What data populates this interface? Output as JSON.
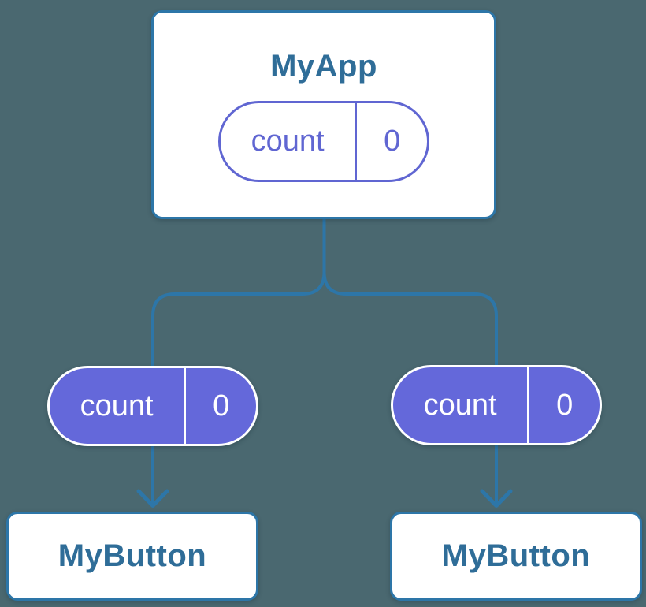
{
  "diagram": {
    "description": "Component tree diagram: parent component holding state passes it down to two child components",
    "background_color": "#4a6870",
    "line_color": "#2d76a8",
    "node_text_color": "#2f6d98",
    "state_pill_color": "#6066d2",
    "prop_pill_fill_color": "#6468da",
    "parent": {
      "name": "MyApp",
      "state_pill": {
        "label": "count",
        "value": "0"
      }
    },
    "children": [
      {
        "name": "MyButton",
        "prop_pill": {
          "label": "count",
          "value": "0"
        }
      },
      {
        "name": "MyButton",
        "prop_pill": {
          "label": "count",
          "value": "0"
        }
      }
    ]
  }
}
